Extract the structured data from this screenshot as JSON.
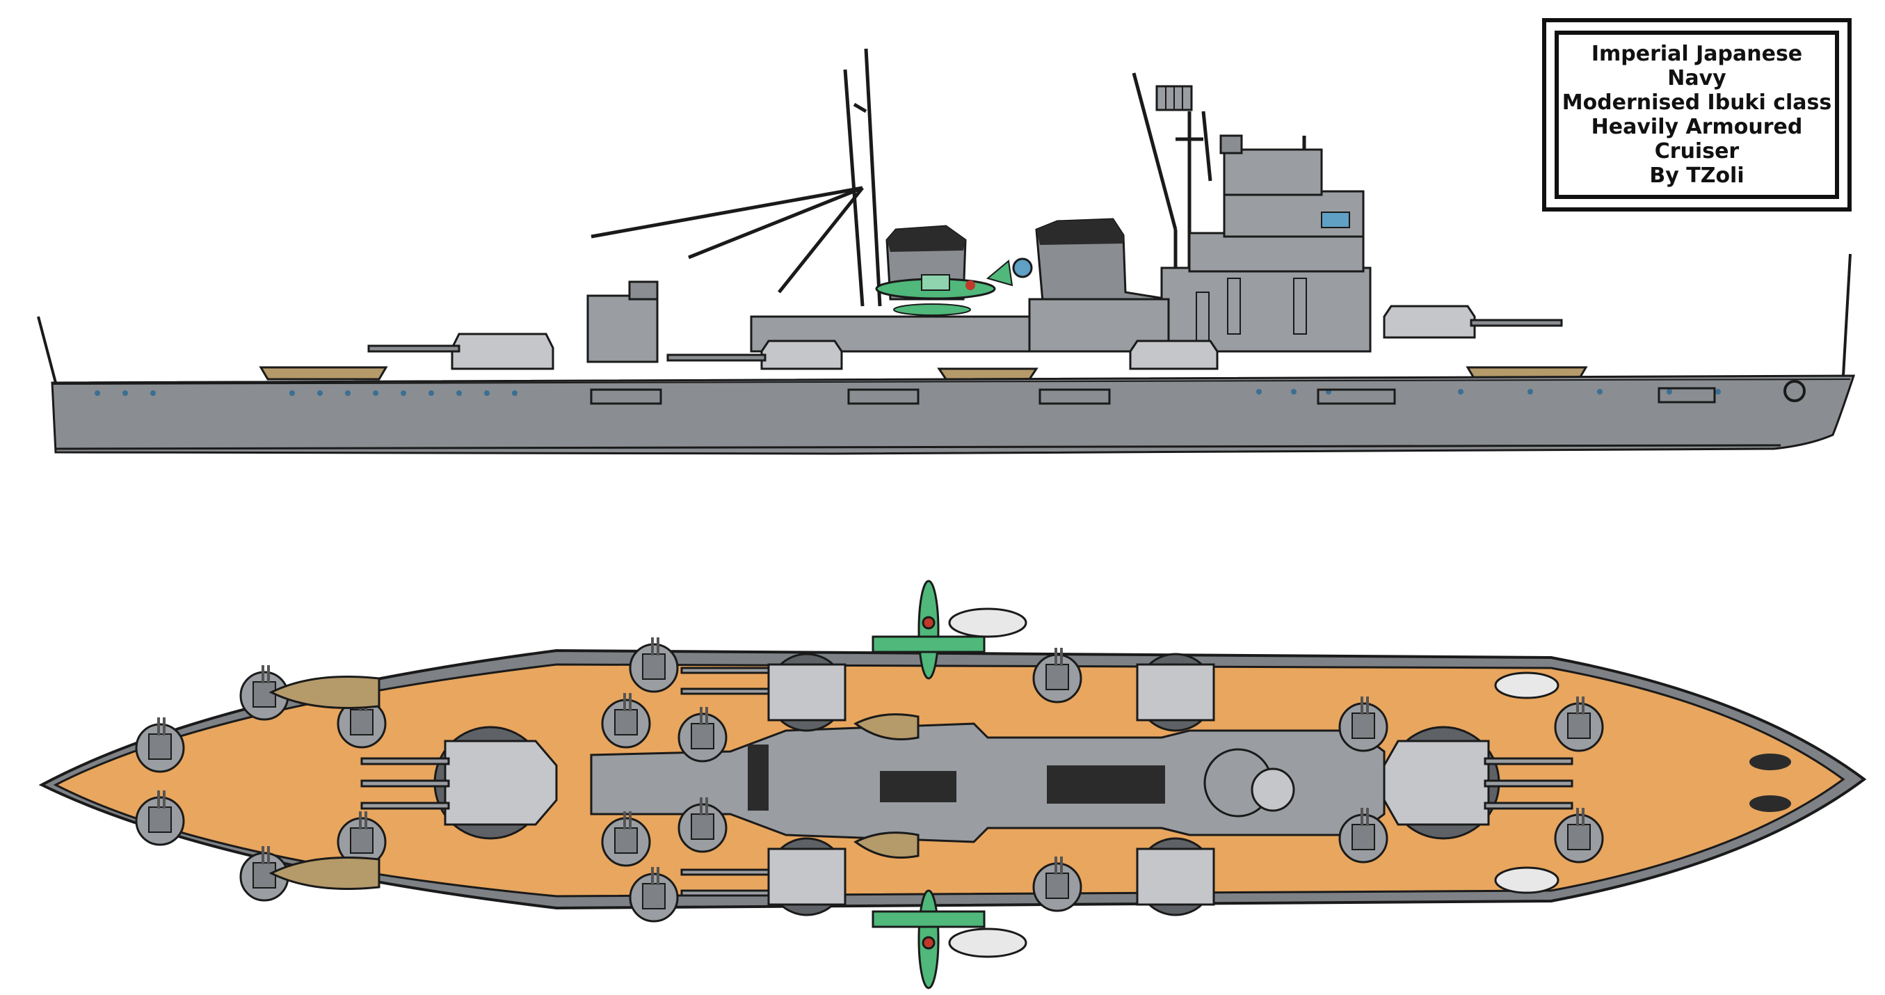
{
  "title_block": {
    "lines": [
      "Imperial Japanese",
      "Navy",
      "Modernised Ibuki class",
      "Heavily Armoured",
      "Cruiser",
      "By TZoli"
    ]
  },
  "colors": {
    "hull_grey": "#8a8d91",
    "superstructure_grey": "#9a9da1",
    "deck_wood": "#e8a65e",
    "turret_light": "#c4c6c9",
    "boat_tan": "#b59a6a",
    "aircraft_green": "#4fb87a",
    "outline": "#1a1a1a"
  }
}
